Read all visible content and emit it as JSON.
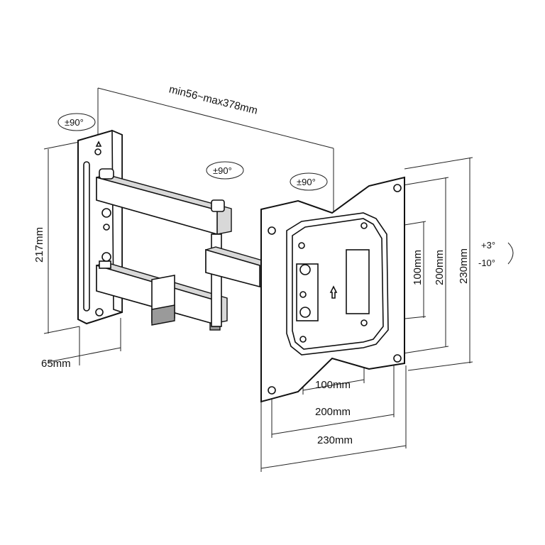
{
  "dimensions": {
    "arm_extension": "min56~max378mm",
    "wall_plate_height": "217mm",
    "wall_plate_depth": "65mm",
    "vesa_inner_h": "100mm",
    "vesa_mid_h": "200mm",
    "vesa_outer_h": "230mm",
    "vesa_inner_v": "100mm",
    "vesa_mid_v": "200mm",
    "vesa_outer_v": "230mm"
  },
  "rotations": {
    "wall_swivel": "±90°",
    "arm_swivel": "±90°",
    "plate_swivel": "±90°",
    "tilt_up": "+3°",
    "tilt_down": "-10°"
  }
}
